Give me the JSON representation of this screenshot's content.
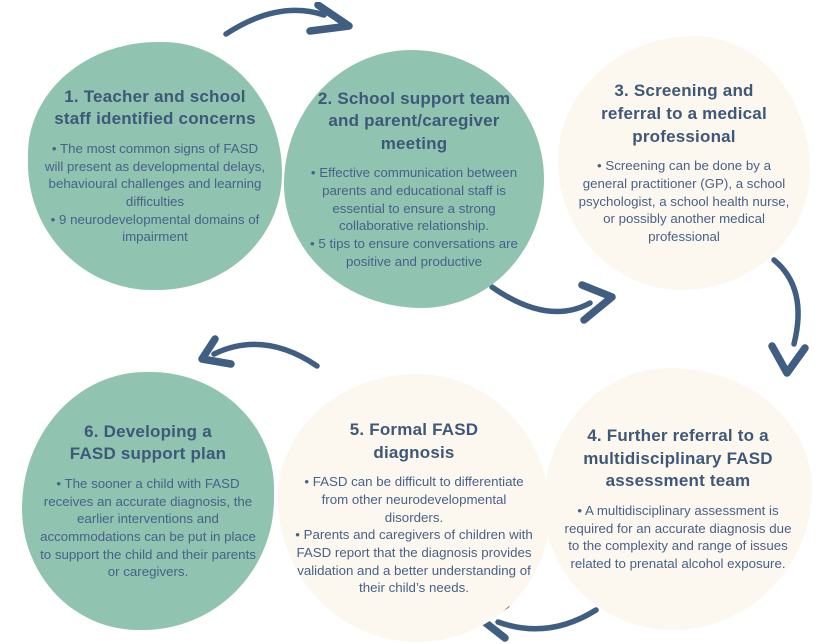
{
  "palette": {
    "green": "#90c3b0",
    "cream": "#fdf8ef",
    "heading": "#3d5878",
    "bodytext": "#47618a",
    "arrow": "#405d82"
  },
  "steps": [
    {
      "fill": "green",
      "title_lines": [
        "1. Teacher and school",
        "staff identified concerns"
      ],
      "bullets": [
        "• The most common signs of FASD will present as developmental delays, behavioural challenges and learning difficulties",
        "• 9 neurodevelopmental domains of impairment"
      ]
    },
    {
      "fill": "green",
      "title_lines": [
        "2. School support team",
        "and parent/caregiver",
        "meeting"
      ],
      "bullets": [
        "• Effective communication between parents and educational staff is essential to ensure a strong collaborative relationship.",
        "• 5 tips to ensure conversations are positive and productive"
      ]
    },
    {
      "fill": "cream",
      "title_lines": [
        "3. Screening and",
        "referral to a medical",
        "professional"
      ],
      "bullets": [
        "• Screening can be done by a general practitioner (GP), a school psychologist, a school health nurse, or possibly another medical professional"
      ]
    },
    {
      "fill": "cream",
      "title_lines": [
        "4. Further referral to a",
        "multidisciplinary FASD",
        "assessment team"
      ],
      "bullets": [
        "• A multidisciplinary assessment is required for an accurate diagnosis due to the complexity and range of issues related to prenatal alcohol exposure."
      ]
    },
    {
      "fill": "cream",
      "title_lines": [
        "5. Formal FASD",
        "diagnosis"
      ],
      "bullets": [
        "• FASD can be difficult to differentiate from other neurodevelopmental disorders.",
        "• Parents and caregivers of children with FASD report that the diagnosis provides validation and a better understanding of their child’s needs."
      ]
    },
    {
      "fill": "green",
      "title_lines": [
        "6. Developing a",
        "FASD support plan"
      ],
      "bullets": [
        "• The sooner a child with FASD receives an accurate diagnosis, the earlier interventions and accommodations can be put in place to support the child and their parents or caregivers."
      ]
    }
  ]
}
